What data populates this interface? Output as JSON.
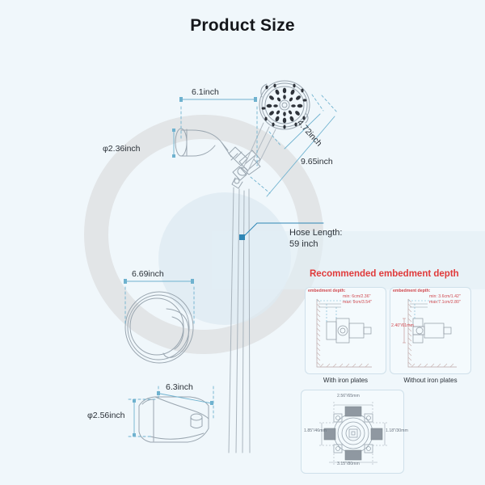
{
  "page": {
    "title": "Product Size",
    "background_color": "#f0f7fb",
    "accent_color": "#2f86b5",
    "alert_color": "#e03a3a"
  },
  "dimensions": {
    "arm_length": "6.1inch",
    "flange_diameter": "φ2.36inch",
    "head_diameter": "4.72inch",
    "head_to_bracket": "9.65inch",
    "trim_plate_width": "6.69inch",
    "spout_length": "6.3inch",
    "spout_height": "φ2.56inch"
  },
  "callouts": {
    "hose_label": "Hose Length:",
    "hose_value": "59 inch"
  },
  "embedment": {
    "section_title": "Recommended embedment depth",
    "panels": [
      {
        "header": "embedment depth:",
        "min": "min: 6cm/2.36\"",
        "max": "max: 9cm/3.54\"",
        "caption": "With iron plates"
      },
      {
        "header": "embedment depth:",
        "min": "min: 3.6cm/1.42\"",
        "max": "max:7.1cm/2.80\"",
        "side": "2.40\"/61mm",
        "caption": "Without iron plates"
      }
    ]
  },
  "valve_panel": {
    "top_label": "2.56\"/65mm",
    "bottom_label": "3.15\"/80mm",
    "left_label": "1.85\"/46mm",
    "right_label": "1.18\"/30mm"
  },
  "icons": {
    "shower_head": "shower-head-icon",
    "shower_arm": "shower-arm-icon",
    "hose": "shower-hose-icon",
    "valve_trim": "valve-trim-icon",
    "tub_spout": "tub-spout-icon",
    "valve_cross": "valve-cross-icon"
  }
}
